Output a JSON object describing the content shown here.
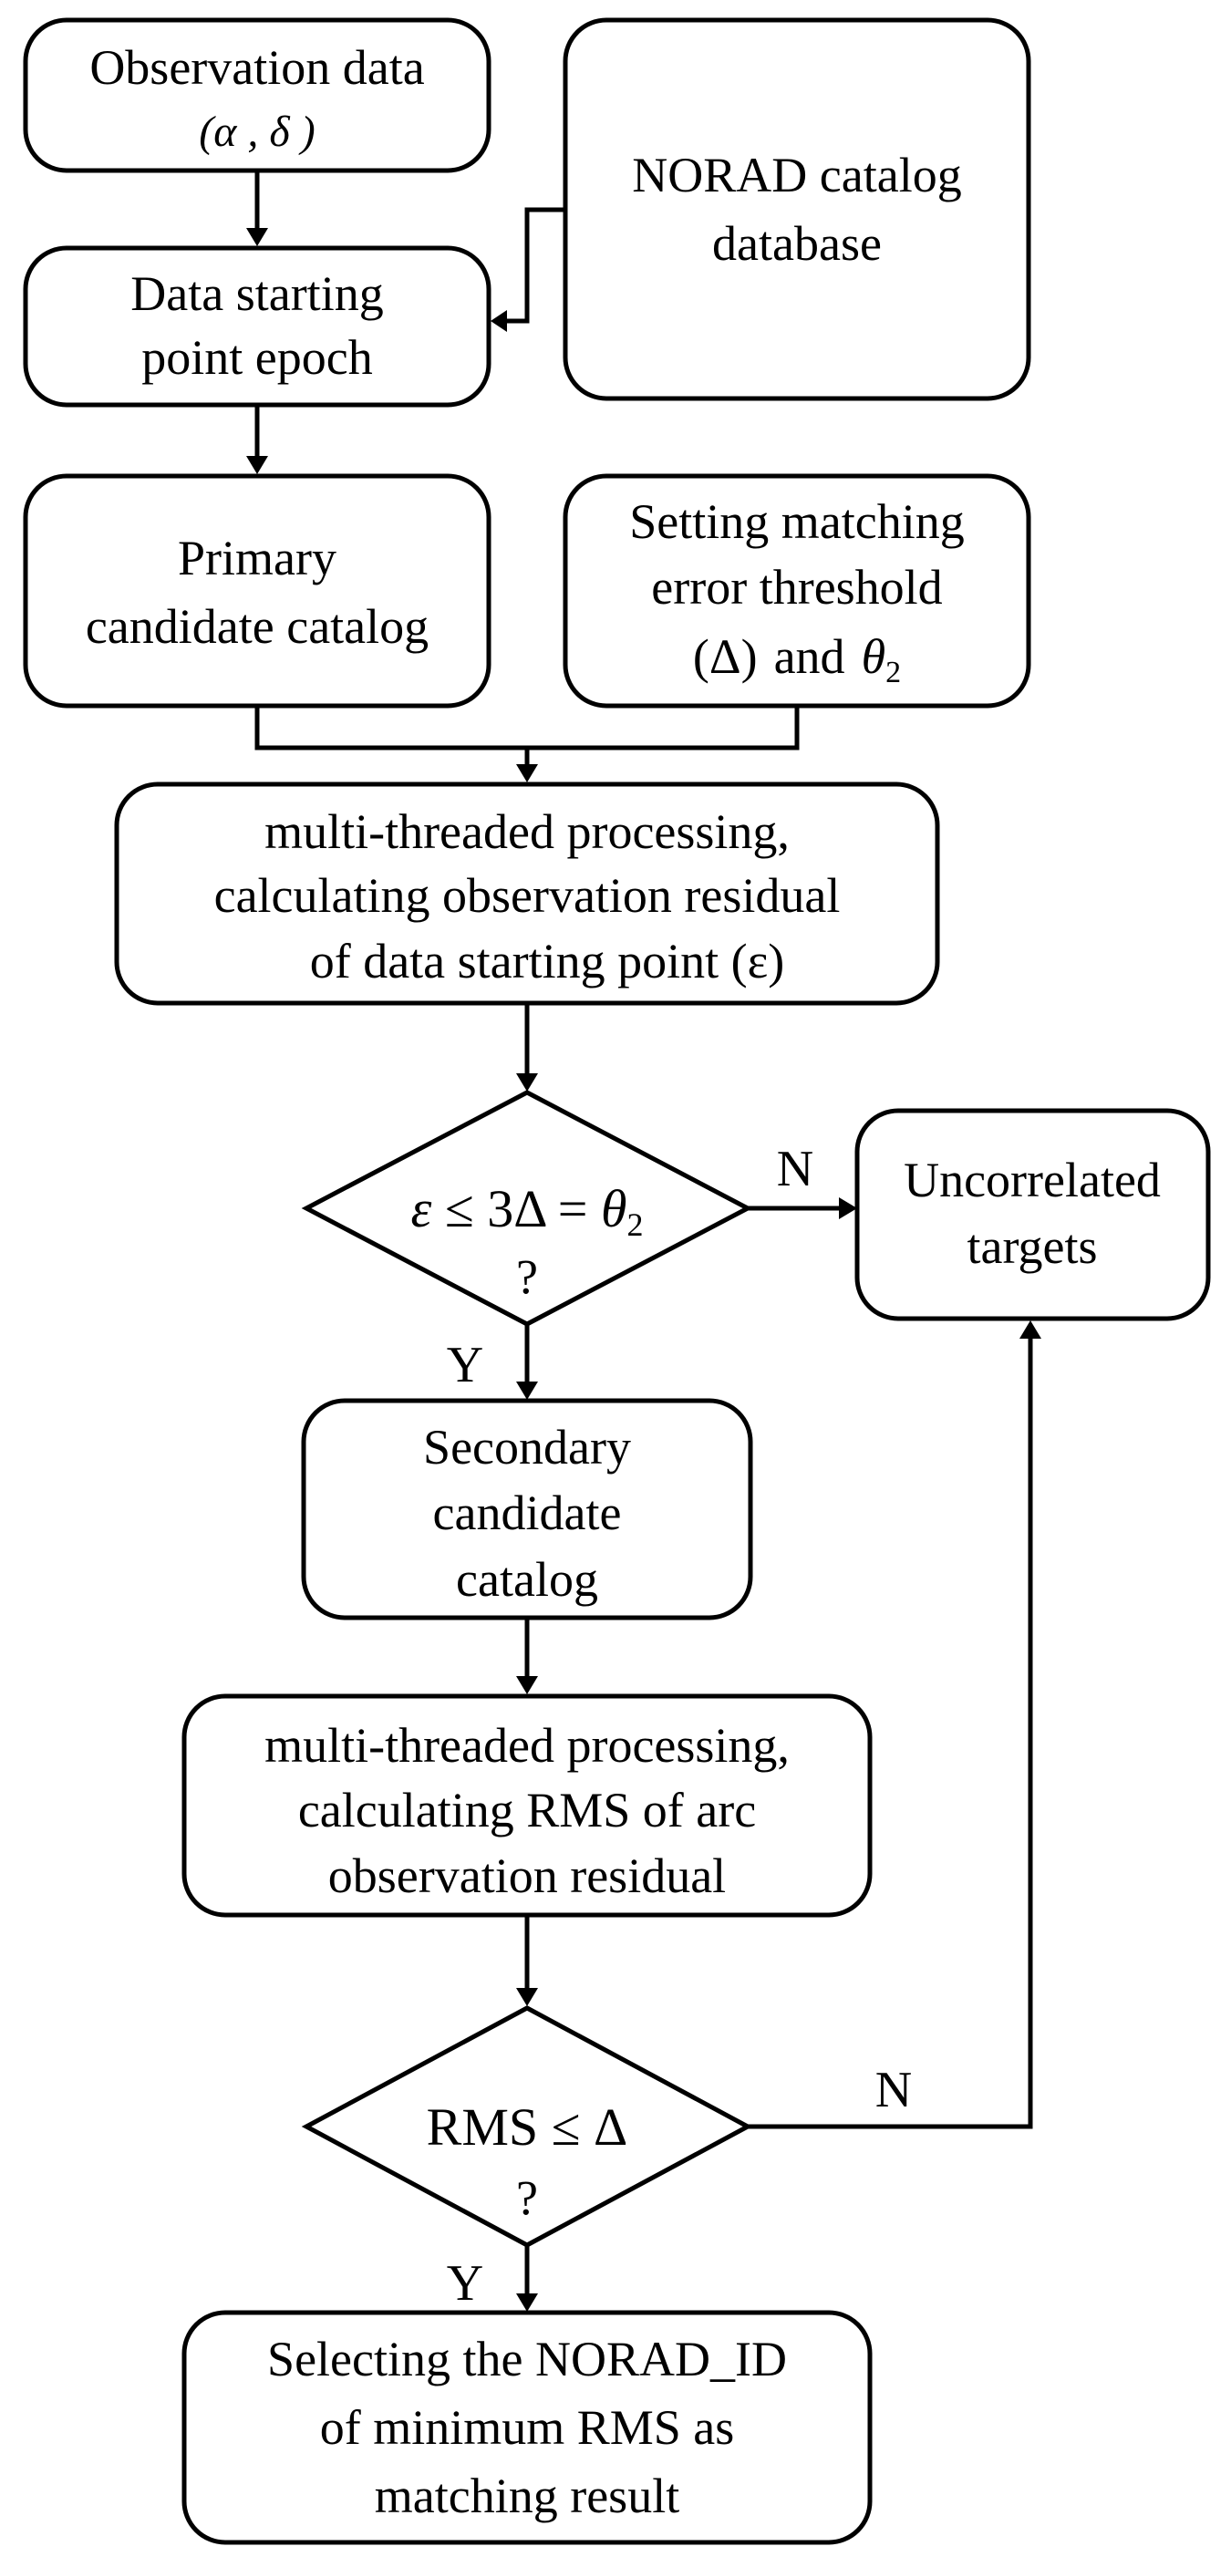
{
  "nodes": {
    "observation": {
      "line1": "Observation data",
      "line2": "(α , δ )"
    },
    "norad": {
      "line1": "NORAD catalog",
      "line2": "database"
    },
    "epoch": {
      "line1": "Data starting",
      "line2": "point epoch"
    },
    "primary": {
      "line1": "Primary",
      "line2": "candidate catalog"
    },
    "threshold": {
      "line1": "Setting matching",
      "line2": "error threshold",
      "line3a": "(Δ)",
      "line3b": "and",
      "line3c": "θ",
      "line3d": "2"
    },
    "proc1": {
      "line1": "multi-threaded processing,",
      "line2": "calculating observation residual",
      "line3": "of data starting point (ε)"
    },
    "decision1": {
      "expr_a": "ε",
      "expr_b": " ≤ 3Δ = ",
      "expr_c": "θ",
      "expr_d": "2",
      "q": "?"
    },
    "uncorrelated": {
      "line1": "Uncorrelated",
      "line2": "targets"
    },
    "secondary": {
      "line1": "Secondary",
      "line2": "candidate",
      "line3": "catalog"
    },
    "proc2": {
      "line1": "multi-threaded processing,",
      "line2": "calculating RMS of arc",
      "line3": "observation residual"
    },
    "decision2": {
      "expr": "RMS ≤ Δ",
      "q": "?"
    },
    "result": {
      "line1": "Selecting the NORAD_ID",
      "line2": "of minimum RMS as",
      "line3": "matching result"
    }
  },
  "edge_labels": {
    "d1_no": "N",
    "d1_yes": "Y",
    "d2_no": "N",
    "d2_yes": "Y"
  }
}
